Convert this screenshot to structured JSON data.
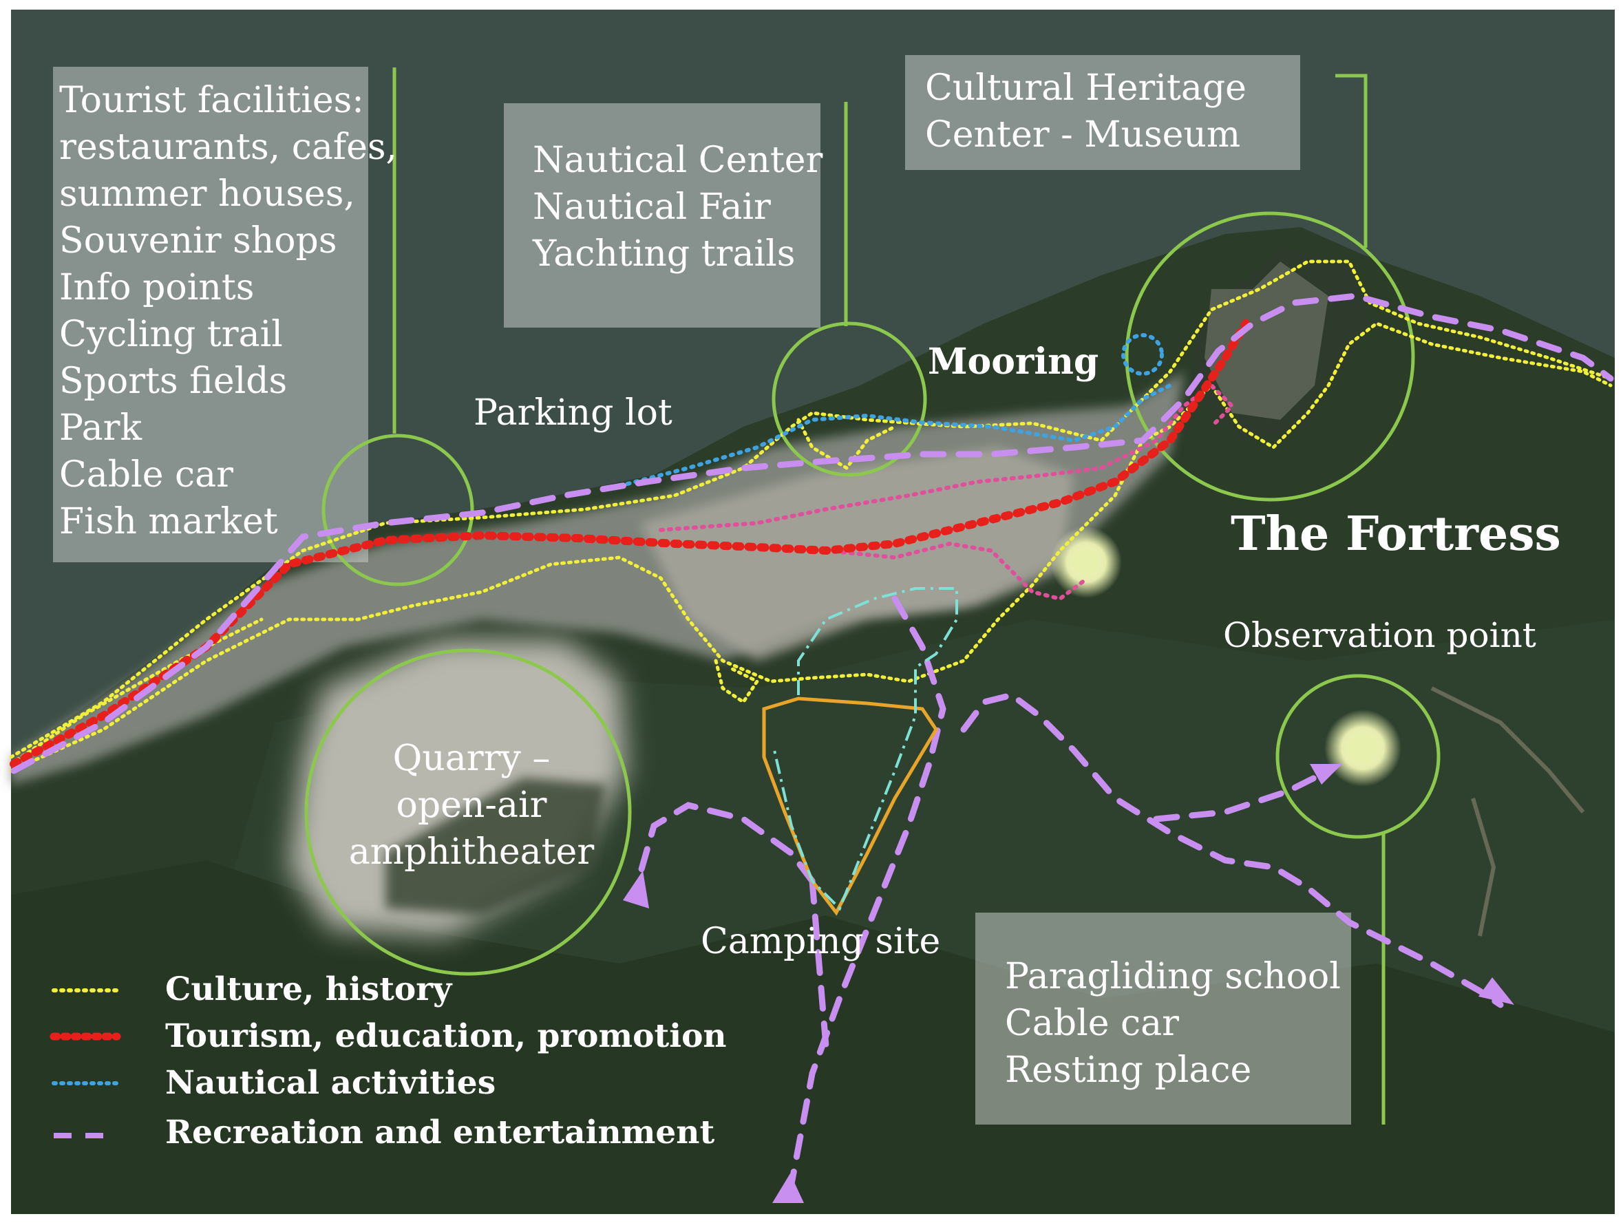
{
  "map": {
    "labels": {
      "tourist_facilities": [
        "Tourist facilities:",
        "restaurants, cafes,",
        "summer houses,",
        "Souvenir shops",
        "Info points",
        "Cycling trail",
        "Sports fields",
        "Park",
        "Cable car",
        "Fish market"
      ],
      "nautical": [
        "Nautical Center",
        "Nautical Fair",
        "Yachting trails"
      ],
      "heritage": [
        "Cultural Heritage",
        "Center - Museum"
      ],
      "paragliding": [
        "Paragliding school",
        "Cable car",
        "Resting place"
      ],
      "mooring": "Mooring",
      "parking": "Parking lot",
      "fortress": "The Fortress",
      "observation": "Observation point",
      "quarry": [
        "Quarry –",
        "open-air",
        "amphitheater"
      ],
      "camping": "Camping site"
    },
    "legend": [
      {
        "label": "Culture, history",
        "color": "#f2ef3a",
        "style": "dotted-yellow"
      },
      {
        "label": "Tourism, education, promotion",
        "color": "#e8201c",
        "style": "dotted-red-bold"
      },
      {
        "label": "Nautical activities",
        "color": "#3ea3e0",
        "style": "dotted-blue"
      },
      {
        "label": "Recreation and entertainment",
        "color": "#c98ff0",
        "style": "dashed-violet"
      }
    ],
    "colors": {
      "sea": "#3c4e47",
      "forest": "#2a3a28",
      "callout_line": "#8cc84e",
      "pink_route": "#e0509a",
      "camping_orange": "#e9a42a",
      "cyan_route": "#7fe0d6"
    }
  }
}
